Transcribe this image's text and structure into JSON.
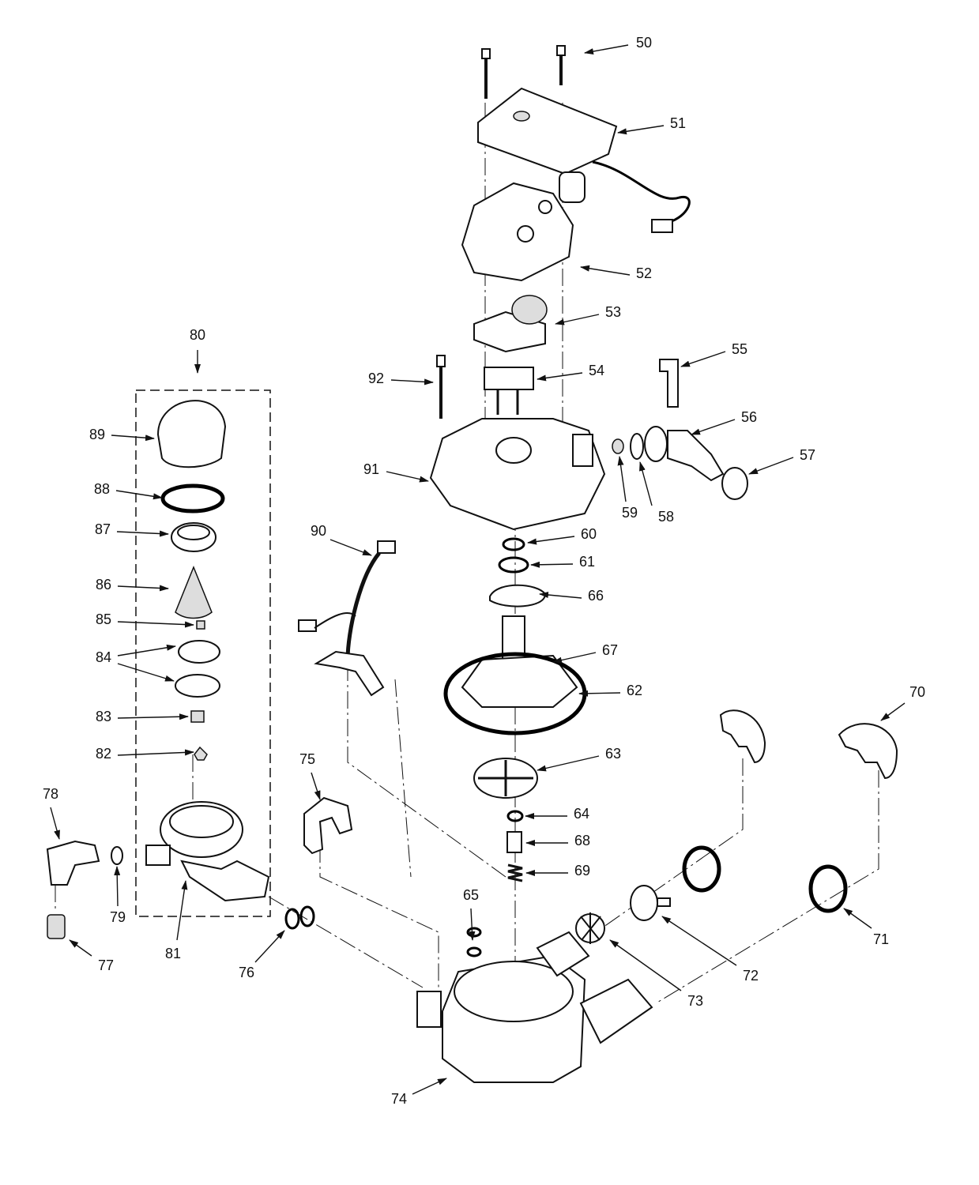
{
  "diagram": {
    "type": "exploded-parts-diagram",
    "group_label": "80",
    "parts": {
      "p50": "50",
      "p51": "51",
      "p52": "52",
      "p53": "53",
      "p54": "54",
      "p55": "55",
      "p56": "56",
      "p57": "57",
      "p58": "58",
      "p59": "59",
      "p60": "60",
      "p61": "61",
      "p62": "62",
      "p63": "63",
      "p64": "64",
      "p65": "65",
      "p66": "66",
      "p67": "67",
      "p68": "68",
      "p69": "69",
      "p70": "70",
      "p71": "71",
      "p72": "72",
      "p73": "73",
      "p74": "74",
      "p75": "75",
      "p76": "76",
      "p77": "77",
      "p78": "78",
      "p79": "79",
      "p80": "80",
      "p81": "81",
      "p82": "82",
      "p83": "83",
      "p84": "84",
      "p85": "85",
      "p86": "86",
      "p87": "87",
      "p88": "88",
      "p89": "89",
      "p90": "90",
      "p91": "91",
      "p92": "92"
    }
  }
}
